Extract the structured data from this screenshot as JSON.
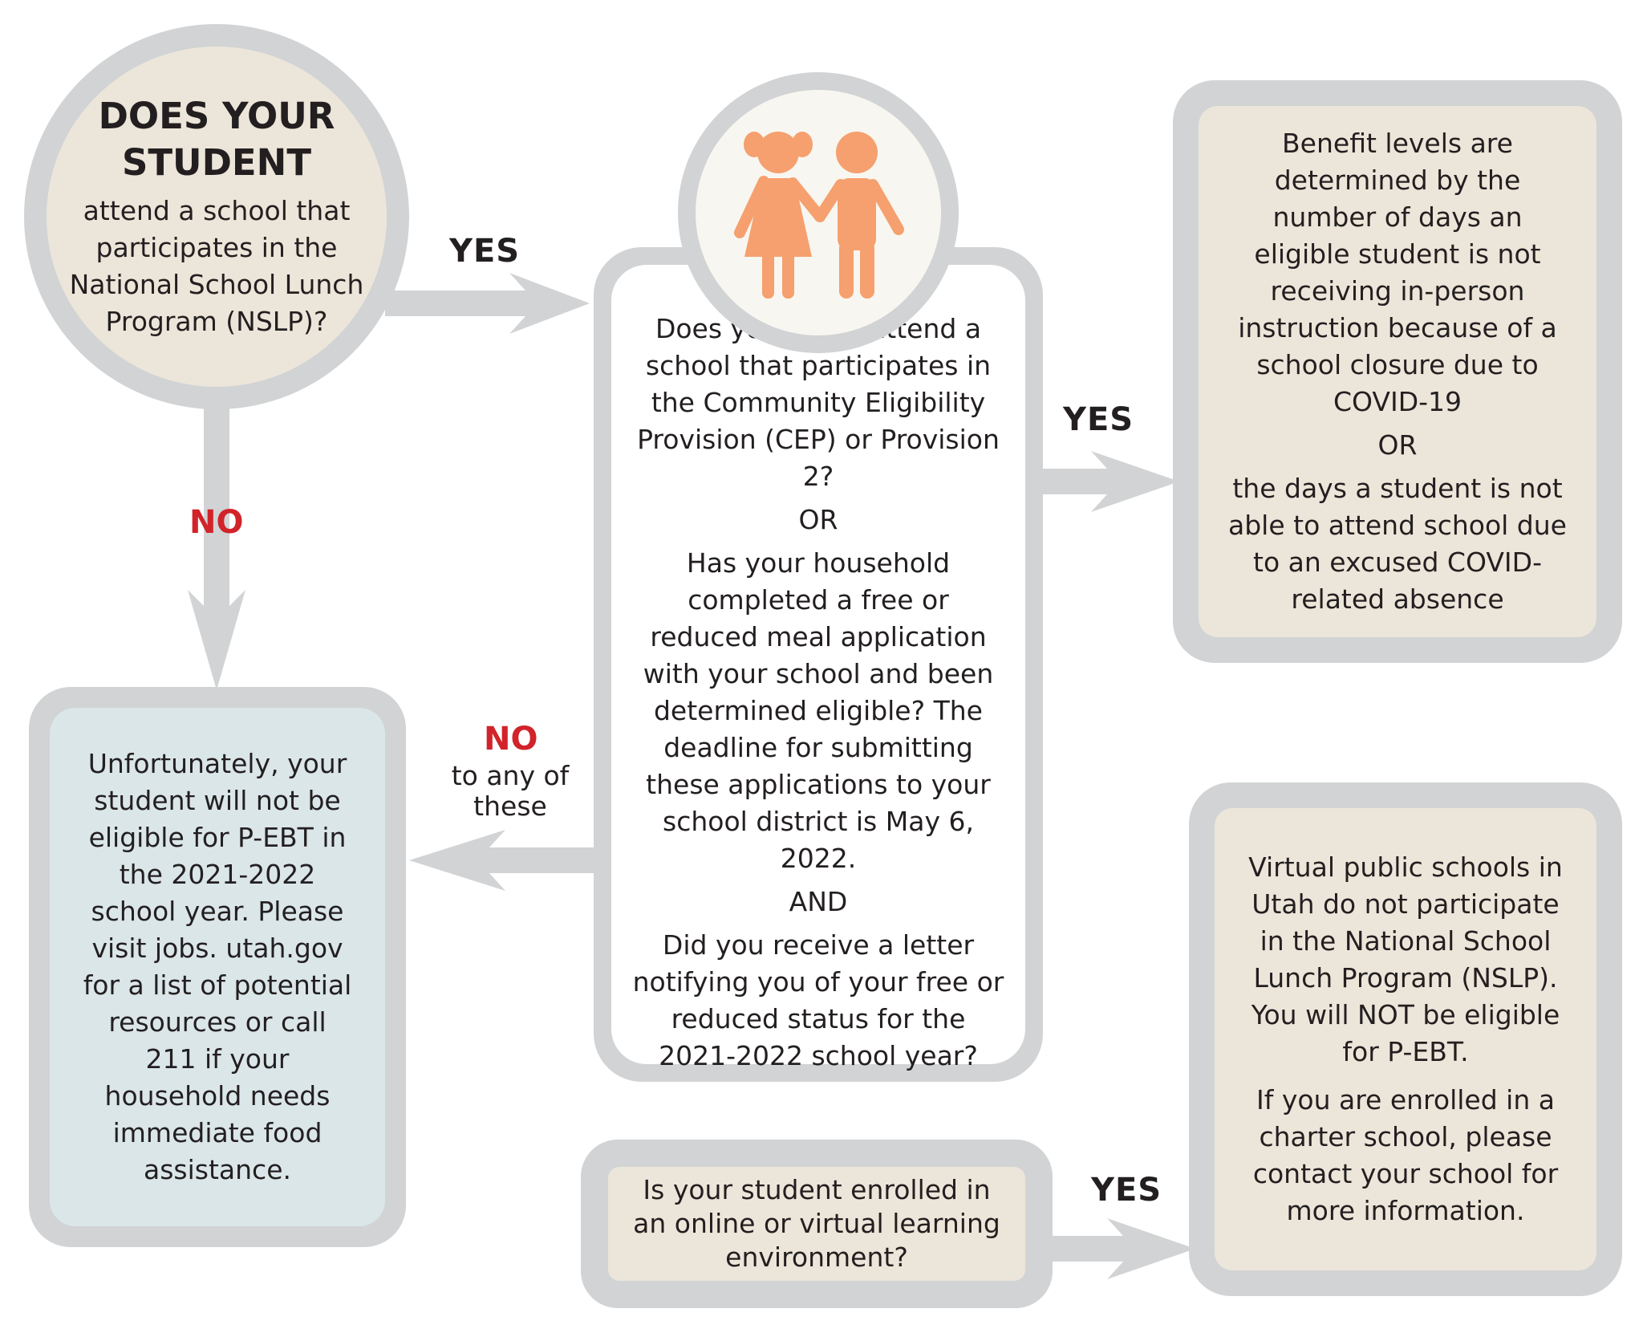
{
  "colors": {
    "frame": "#d1d3d4",
    "beige": "#ece6da",
    "blue": "#dbe6e9",
    "white": "#ffffff",
    "icon_bg": "#f8f6f0",
    "figure": "#f5a06e",
    "no_red": "#d2232a"
  },
  "start": {
    "heading": "DOES YOUR STUDENT",
    "question": "attend a school that participates in the National School Lunch Program (NSLP)?"
  },
  "icon": {
    "name": "children-icon"
  },
  "center": {
    "q1": "Does your child attend a school that participates in the Community Eligibility Provision (CEP) or Provision 2?",
    "or": "OR",
    "q2": "Has your household completed a free or reduced meal application with your school and been determined eligible? The deadline for submitting these applications to your school district is May 6, 2022.",
    "and": "AND",
    "q3": "Did you receive a letter notifying you of your free or reduced status for the 2021-2022 school year?"
  },
  "benefit": {
    "p1": "Benefit levels are determined by the number of days an eligible student is not receiving in-person instruction because of a school closure due to COVID-19",
    "or": "OR",
    "p2": "the days a student is not able to attend school due to an excused COVID-related absence"
  },
  "ineligible": {
    "text": "Unfortunately, your student will not be eligible for P-EBT in the 2021-2022 school year. Please visit jobs. utah.gov for a list of potential resources or call 211 if your household needs immediate food assistance."
  },
  "virtual_question": {
    "text": "Is your student enrolled in an online or virtual learning environment?"
  },
  "virtual_info": {
    "p1": "Virtual public schools in Utah do not participate in the National School Lunch Program (NSLP). You will NOT be eligible for P-EBT.",
    "p2": "If you are enrolled in a charter school, please contact your school for more information."
  },
  "labels": {
    "yes": "YES",
    "no": "NO",
    "no_sub": "to any of these"
  }
}
